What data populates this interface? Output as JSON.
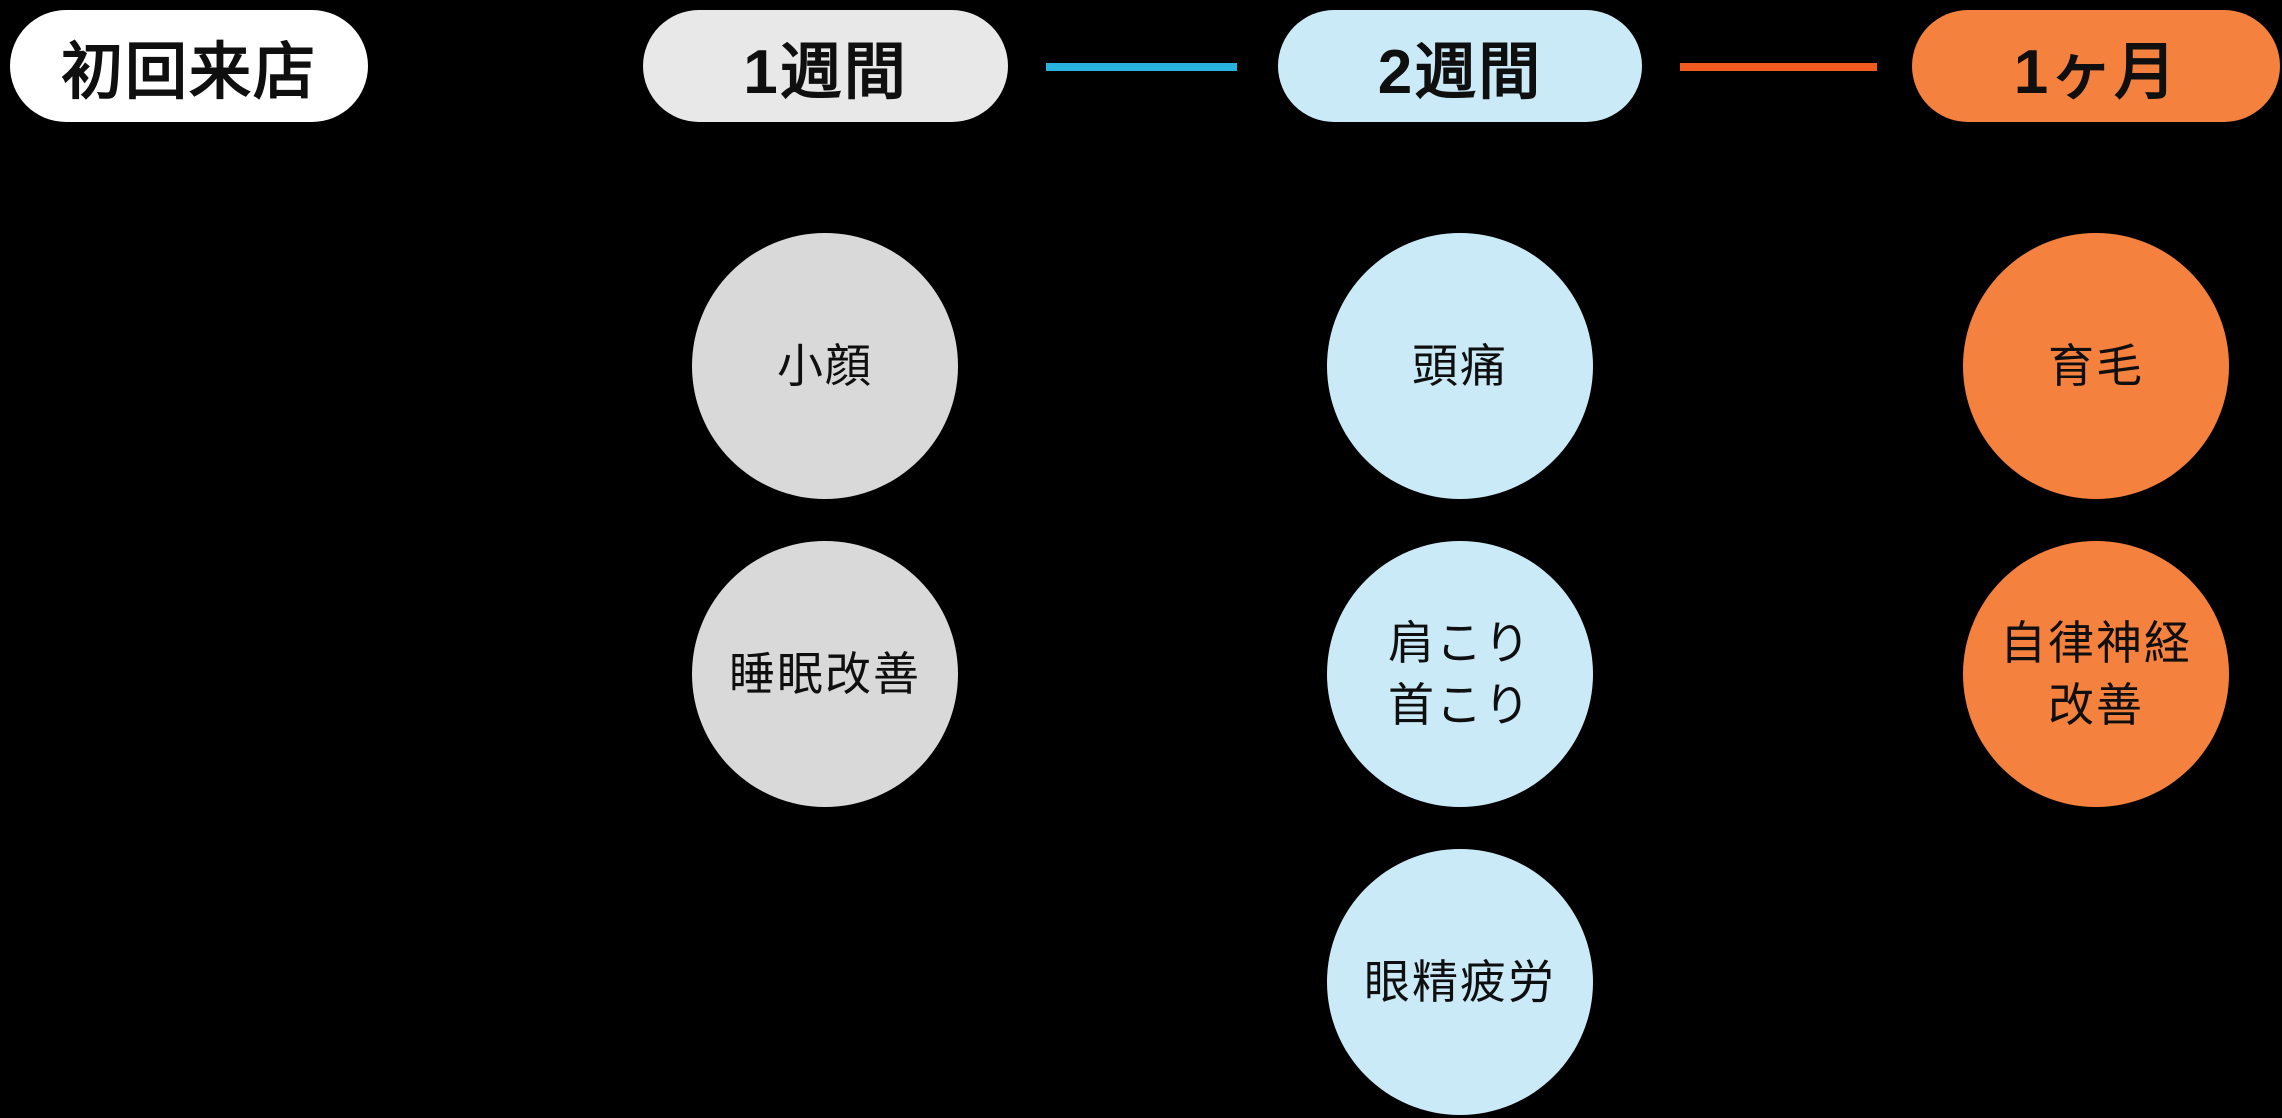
{
  "background": "#000000",
  "text_color": "#0f0f0f",
  "stages": [
    {
      "id": "first-visit",
      "label": "初回来店",
      "pill_bg": "#ffffff",
      "circle_bg": null,
      "effects": []
    },
    {
      "id": "week-1",
      "label": "1週間",
      "pill_bg": "#e8e8e8",
      "circle_bg": "#d9d9d9",
      "effects": [
        {
          "text": "小顔"
        },
        {
          "text": "睡眠改善"
        }
      ]
    },
    {
      "id": "week-2",
      "label": "2週間",
      "pill_bg": "#cbeaf7",
      "circle_bg": "#cbeaf7",
      "effects": [
        {
          "text": "頭痛"
        },
        {
          "text": "肩こり\n首こり"
        },
        {
          "text": "眼精疲労"
        }
      ]
    },
    {
      "id": "month-1",
      "label": "1ヶ月",
      "pill_bg": "#f5813f",
      "circle_bg": "#f5813f",
      "effects": [
        {
          "text": "育毛"
        },
        {
          "text": "自律神経\n改善"
        }
      ]
    }
  ],
  "connectors": [
    {
      "from": "1週間",
      "to": "2週間",
      "color": "#26b3de"
    },
    {
      "from": "2週間",
      "to": "1ヶ月",
      "color": "#f15b1e"
    }
  ]
}
